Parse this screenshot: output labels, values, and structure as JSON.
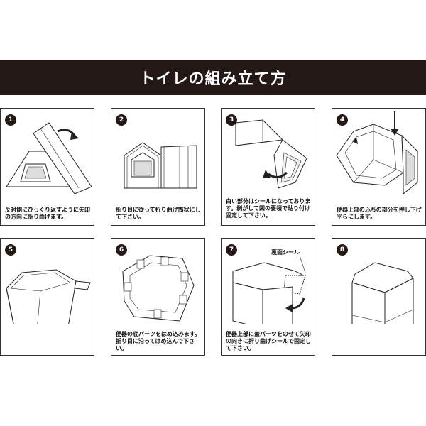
{
  "header": {
    "title": "トイレの組み立て方"
  },
  "steps": [
    {
      "number": "1",
      "caption": "反対側にひっくり返すように矢印の方向に折り曲げます。",
      "illustration": "fold-flip-icon"
    },
    {
      "number": "2",
      "caption": "折り目に従って折り曲げ筒状にして下さい。",
      "illustration": "fold-tube-icon"
    },
    {
      "number": "3",
      "caption": "白い部分はシールになっております。剥がして図の要領で貼り付け固定して下さい。",
      "illustration": "seal-attach-icon"
    },
    {
      "number": "4",
      "caption": "便器上部のふちの部分を押し下げ平らにします。",
      "illustration": "press-rim-icon"
    },
    {
      "number": "5",
      "caption": "",
      "illustration": "bowl-body-icon"
    },
    {
      "number": "6",
      "caption": "便器の底パーツをはめ込みます。折り目に沿ってはめ込んで下さい。",
      "illustration": "bottom-part-icon"
    },
    {
      "number": "7",
      "caption": "便器上部に蓋パーツをのせて矢印の向きに折り曲げシールで固定して下さい。",
      "illustration": "lid-fold-icon",
      "callout": "裏面シール"
    },
    {
      "number": "8",
      "caption": "",
      "illustration": "completed-toilet-icon"
    }
  ]
}
